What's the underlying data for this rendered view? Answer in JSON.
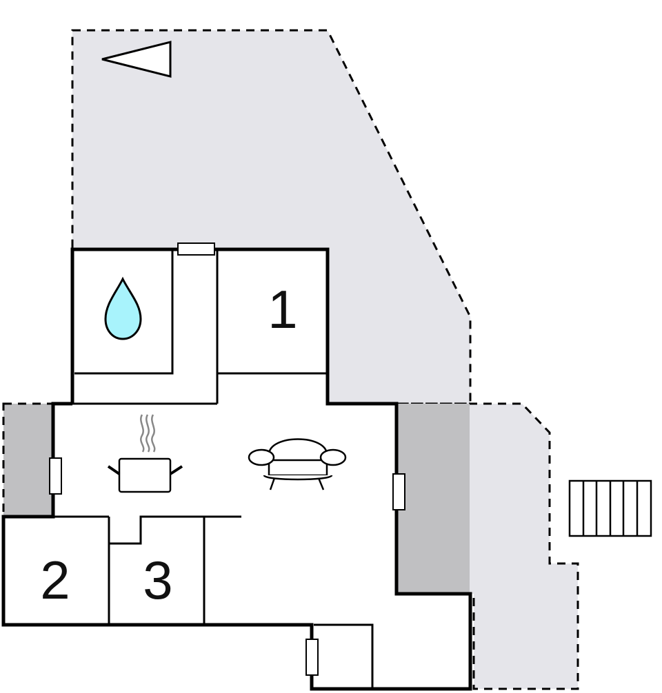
{
  "rooms": {
    "bedroom_1": "1",
    "bedroom_2": "2",
    "bedroom_3": "3"
  },
  "icons": {
    "compass": "north-arrow-icon",
    "bathroom": "water-drop-icon",
    "kitchen": "cooking-pot-icon",
    "living_room": "sofa-icon",
    "stairs": "stairs-icon"
  },
  "colors": {
    "terrace": "#e5e5ea",
    "covered_terrace": "#c0c0c2",
    "wall": "#000000",
    "water_drop": "#a8f3fc"
  }
}
